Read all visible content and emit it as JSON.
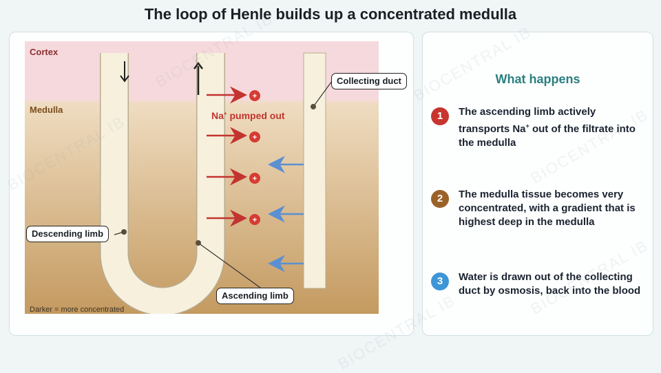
{
  "title": "The loop of Henle builds up a concentrated medulla",
  "diagram": {
    "cortex_label": "Cortex",
    "medulla_label": "Medulla",
    "na_pumped_label_base": "Na",
    "na_pumped_label_sup": "+",
    "na_pumped_label_rest": " pumped out",
    "ion_sign": "+",
    "legend_note": "Darker = more concentrated",
    "callouts": {
      "collecting_duct": "Collecting duct",
      "descending_limb": "Descending limb",
      "ascending_limb": "Ascending limb"
    },
    "colors": {
      "cortex_pink": "#f6d9dc",
      "medulla_light": "#efdcc0",
      "medulla_dark": "#c49a60",
      "tube": "#f7f0dc",
      "na_red": "#c2342f",
      "water_blue": "#5b8fd1"
    }
  },
  "right_panel": {
    "heading": "What happens",
    "steps": [
      {
        "number": "1",
        "color": "#c7352f",
        "text_pre": "The ascending limb actively transports Na",
        "text_sup": "+",
        "text_post": " out of the filtrate into the medulla"
      },
      {
        "number": "2",
        "color": "#9a6228",
        "text_pre": "The medulla tissue becomes very concentrated, with a gradient that is highest deep in the medulla",
        "text_sup": "",
        "text_post": ""
      },
      {
        "number": "3",
        "color": "#3d96d6",
        "text_pre": "Water is drawn out of the collecting duct by osmosis, back into the blood",
        "text_sup": "",
        "text_post": ""
      }
    ]
  },
  "watermark": "BIOCENTRAL IB"
}
